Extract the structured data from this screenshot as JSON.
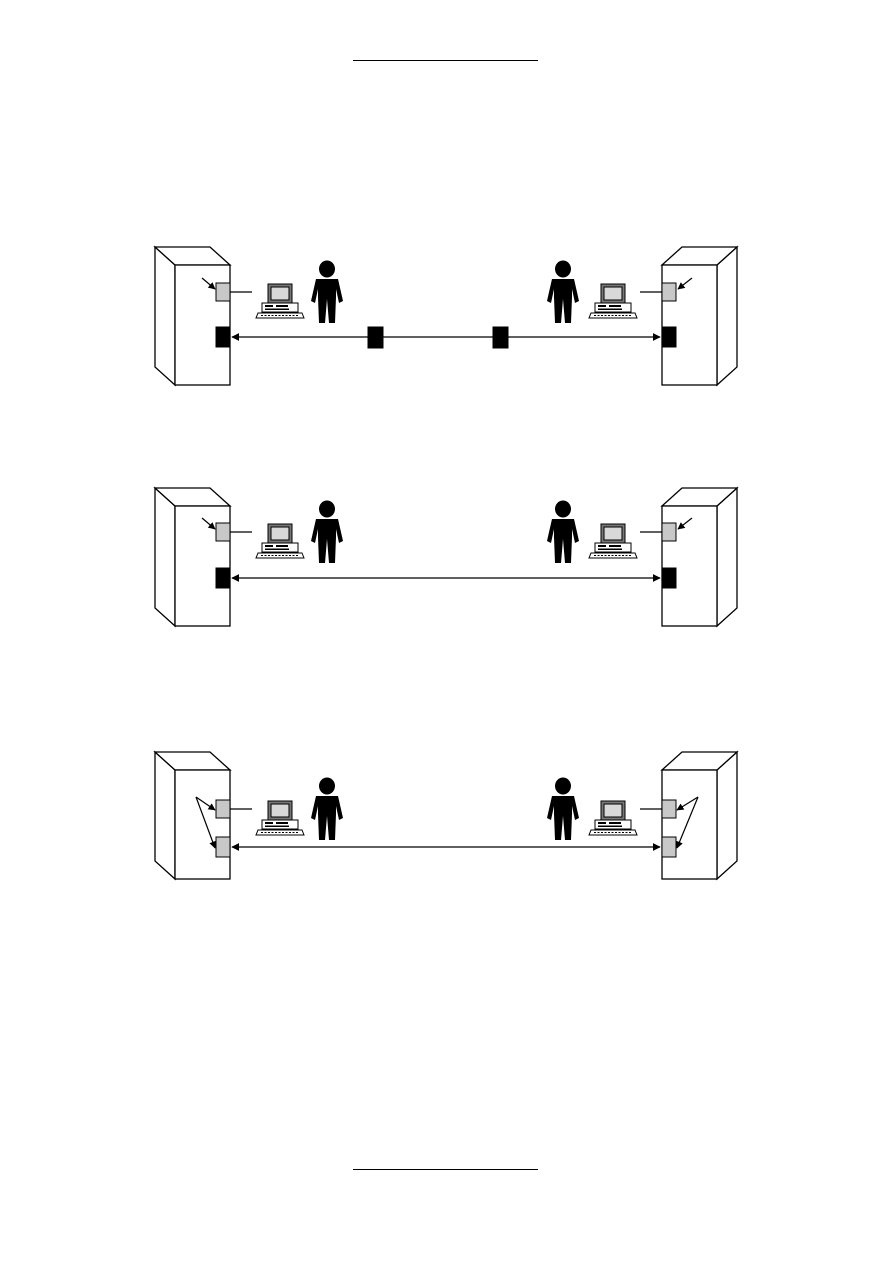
{
  "colors": {
    "line": "#000000",
    "port_active": "#000000",
    "port_passive": "#c8c8c8",
    "background": "#ffffff"
  },
  "icons": {
    "cabinet": "cabinet-icon",
    "computer": "computer-icon",
    "person": "person-icon"
  },
  "panels": [
    {
      "id": "panel-1",
      "port_style": "black",
      "inline_nodes": 2,
      "callout": "single"
    },
    {
      "id": "panel-2",
      "port_style": "black",
      "inline_nodes": 0,
      "callout": "single"
    },
    {
      "id": "panel-3",
      "port_style": "grey",
      "inline_nodes": 0,
      "callout": "double"
    }
  ]
}
